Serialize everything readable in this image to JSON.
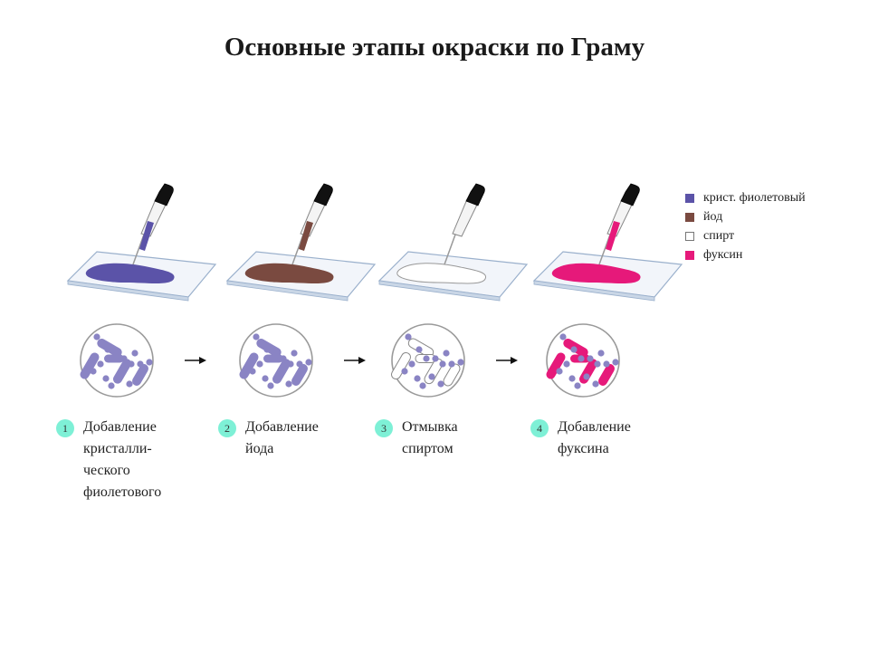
{
  "title": "Основные этапы окраски по Граму",
  "colors": {
    "crystal_violet": "#5b53a8",
    "crystal_violet_light": "#8a84c4",
    "iodine": "#7a4a40",
    "iodine_light": "#a9795f",
    "alcohol": "#ffffff",
    "fuchsin": "#e6197a",
    "step_badge": "#7ef0d6",
    "cell_outline": "#9a9a9a",
    "slide_edge": "#9ab0cc"
  },
  "legend": [
    {
      "label": "крист. фиолетовый",
      "color": "#5b53a8"
    },
    {
      "label": "йод",
      "color": "#7a4a40"
    },
    {
      "label": "спирт",
      "color": "#ffffff"
    },
    {
      "label": "фуксин",
      "color": "#e6197a"
    }
  ],
  "steps": [
    {
      "number": "1",
      "text": "Добавление\nкристалли-\nческого\nфиолетового",
      "stain": "crystal_violet"
    },
    {
      "number": "2",
      "text": "Добавление\nйода",
      "stain": "iodine"
    },
    {
      "number": "3",
      "text": "Отмывка\nспиртом",
      "stain": "alcohol"
    },
    {
      "number": "4",
      "text": "Добавление\nфуксина",
      "stain": "fuchsin"
    }
  ]
}
